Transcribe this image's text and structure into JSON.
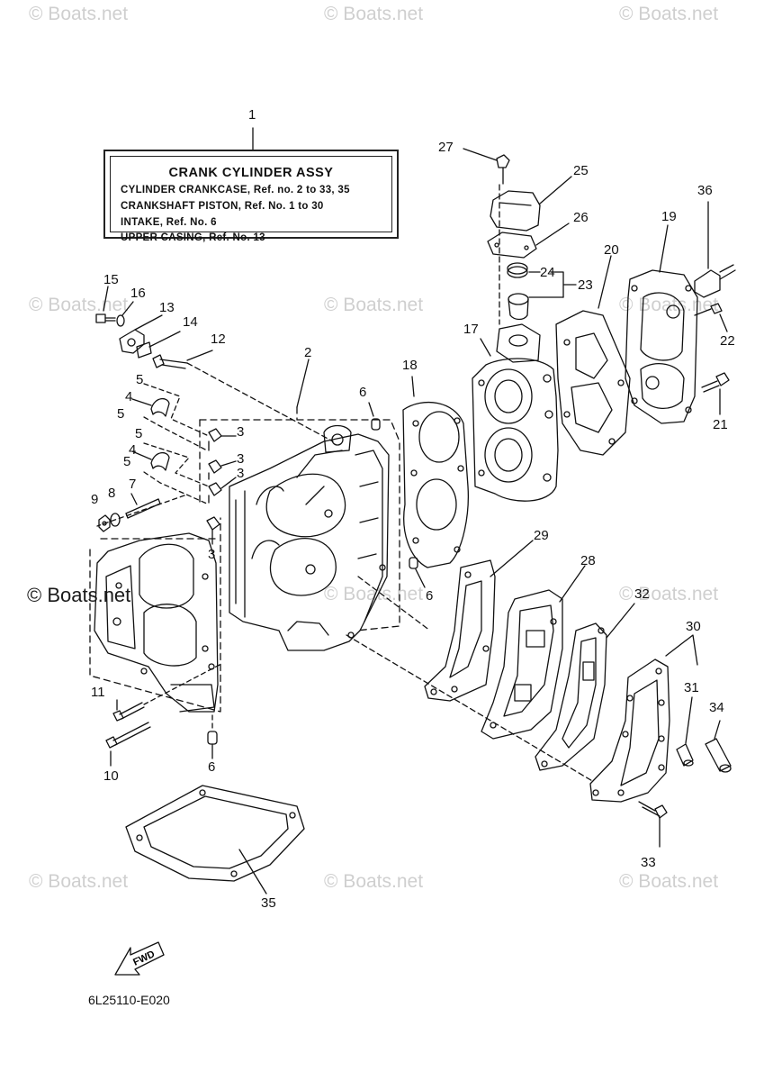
{
  "watermark": "© Boats.net",
  "watermark_main": "© Boats.net",
  "legend": {
    "ref": "1",
    "title": "CRANK  CYLINDER  ASSY",
    "lines": [
      "CYLINDER  CRANKCASE,  Ref.  no. 2  to  33,  35",
      "CRANKSHAFT  PISTON,  Ref. No.  1  to  30",
      "INTAKE,  Ref.  No.  6",
      "UPPER  CASING,  Ref.  No.  13"
    ]
  },
  "refs": {
    "r2": "2",
    "r3a": "3",
    "r3b": "3",
    "r3c": "3",
    "r3d": "3",
    "r4a": "4",
    "r4b": "4",
    "r5a": "5",
    "r5b": "5",
    "r5c": "5",
    "r5d": "5",
    "r6a": "6",
    "r6b": "6",
    "r6c": "6",
    "r7": "7",
    "r8": "8",
    "r9": "9",
    "r10": "10",
    "r11": "11",
    "r12": "12",
    "r13": "13",
    "r14": "14",
    "r15": "15",
    "r16": "16",
    "r17": "17",
    "r18": "18",
    "r19": "19",
    "r20": "20",
    "r21": "21",
    "r22": "22",
    "r23": "23",
    "r24": "24",
    "r25": "25",
    "r26": "26",
    "r27": "27",
    "r28": "28",
    "r29": "29",
    "r30": "30",
    "r31": "31",
    "r32": "32",
    "r33": "33",
    "r34": "34",
    "r35": "35",
    "r36": "36"
  },
  "fwd_label": "FWD",
  "diagram_code": "6L25110-E020"
}
